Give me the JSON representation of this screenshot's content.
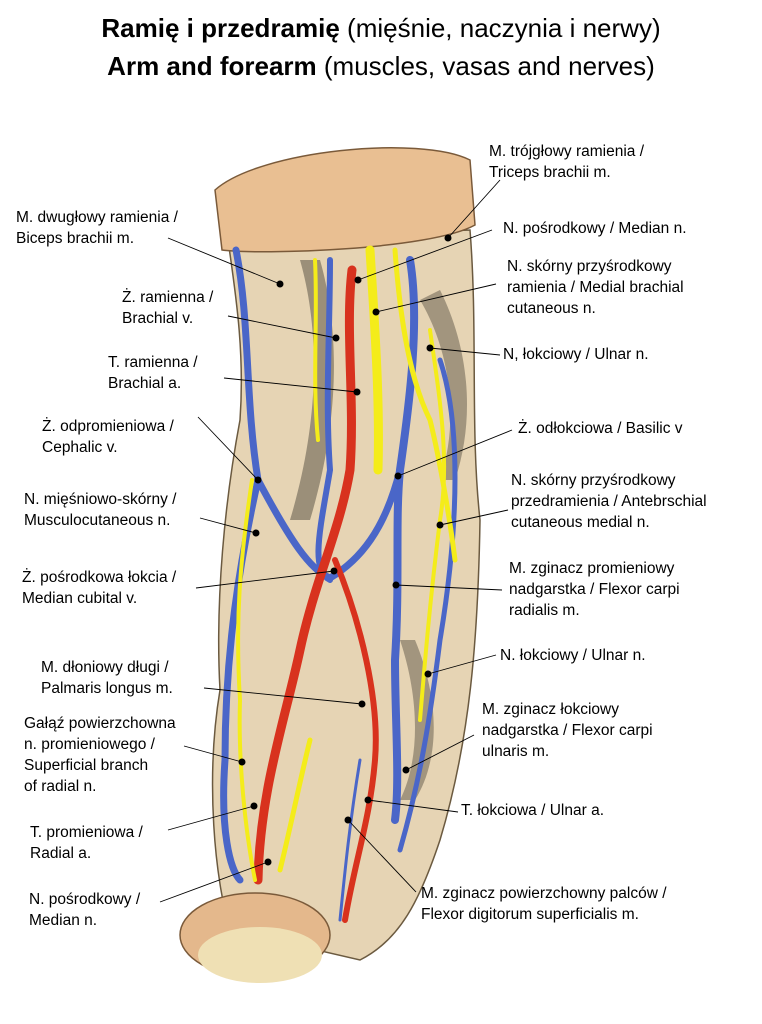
{
  "title": {
    "line1_bold": "Ramię i przedramię",
    "line1_rest": " (mięśnie, naczynia i nerwy)",
    "line2_bold": "Arm and forearm",
    "line2_rest": " (muscles, vasas and nerves)"
  },
  "colors": {
    "vein": "#4a66c8",
    "artery": "#d8321e",
    "nerve": "#f4ec1a",
    "skin": "#e8d7b8",
    "section": "#e7b98c"
  },
  "labels_left": [
    {
      "lines": [
        "M. dwugłowy ramienia /",
        "Biceps brachii m."
      ]
    },
    {
      "lines": [
        "Ż. ramienna /",
        "Brachial v."
      ]
    },
    {
      "lines": [
        "T. ramienna /",
        "Brachial a."
      ]
    },
    {
      "lines": [
        "Ż. odpromieniowa /",
        "Cephalic v."
      ]
    },
    {
      "lines": [
        "N. mięśniowo-skórny /",
        "Musculocutaneous n."
      ]
    },
    {
      "lines": [
        "Ż. pośrodkowa łokcia /",
        "Median cubital v."
      ]
    },
    {
      "lines": [
        "M. dłoniowy długi /",
        "Palmaris longus m."
      ]
    },
    {
      "lines": [
        "Gałąź powierzchowna",
        "n. promieniowego /",
        "Superficial branch",
        "of radial n."
      ]
    },
    {
      "lines": [
        "T. promieniowa /",
        "Radial a."
      ]
    },
    {
      "lines": [
        "N. pośrodkowy /",
        "Median n."
      ]
    }
  ],
  "labels_right": [
    {
      "lines": [
        "M. trójgłowy ramienia /",
        "Triceps brachii m."
      ]
    },
    {
      "lines": [
        "N. pośrodkowy / Median n."
      ]
    },
    {
      "lines": [
        "N. skórny przyśrodkowy",
        "ramienia / Medial brachial",
        "cutaneous n."
      ]
    },
    {
      "lines": [
        "N, łokciowy / Ulnar n."
      ]
    },
    {
      "lines": [
        "Ż. odłokciowa / Basilic v"
      ]
    },
    {
      "lines": [
        "N. skórny przyśrodkowy",
        "przedramienia / Antebrschial",
        "cutaneous medial n."
      ]
    },
    {
      "lines": [
        "M. zginacz promieniowy",
        "nadgarstka / Flexor carpi",
        "radialis m."
      ]
    },
    {
      "lines": [
        "N. łokciowy / Ulnar n."
      ]
    },
    {
      "lines": [
        "M. zginacz łokciowy",
        "nadgarstka  / Flexor carpi",
        "ulnaris m."
      ]
    },
    {
      "lines": [
        "T. łokciowa / Ulnar a."
      ]
    },
    {
      "lines": [
        "M. zginacz powierzchowny palców /",
        "Flexor digitorum superficialis m."
      ]
    }
  ]
}
